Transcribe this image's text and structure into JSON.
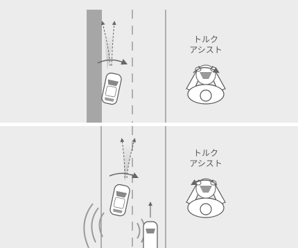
{
  "top_scene": {
    "label_line1": "トルク",
    "label_line2": "アシスト"
  },
  "bottom_scene": {
    "label_line1": "トルク",
    "label_line2": "アシスト"
  },
  "colors": {
    "panel_bg": "#ececec",
    "road_edge": "#a6a6a6",
    "car_body": "#ffffff",
    "car_outline": "#555555",
    "arrow": "#666666"
  },
  "icons": [
    "steering-torque-icon",
    "car-icon",
    "sensor-wave-icon",
    "driver-hands-icon"
  ]
}
